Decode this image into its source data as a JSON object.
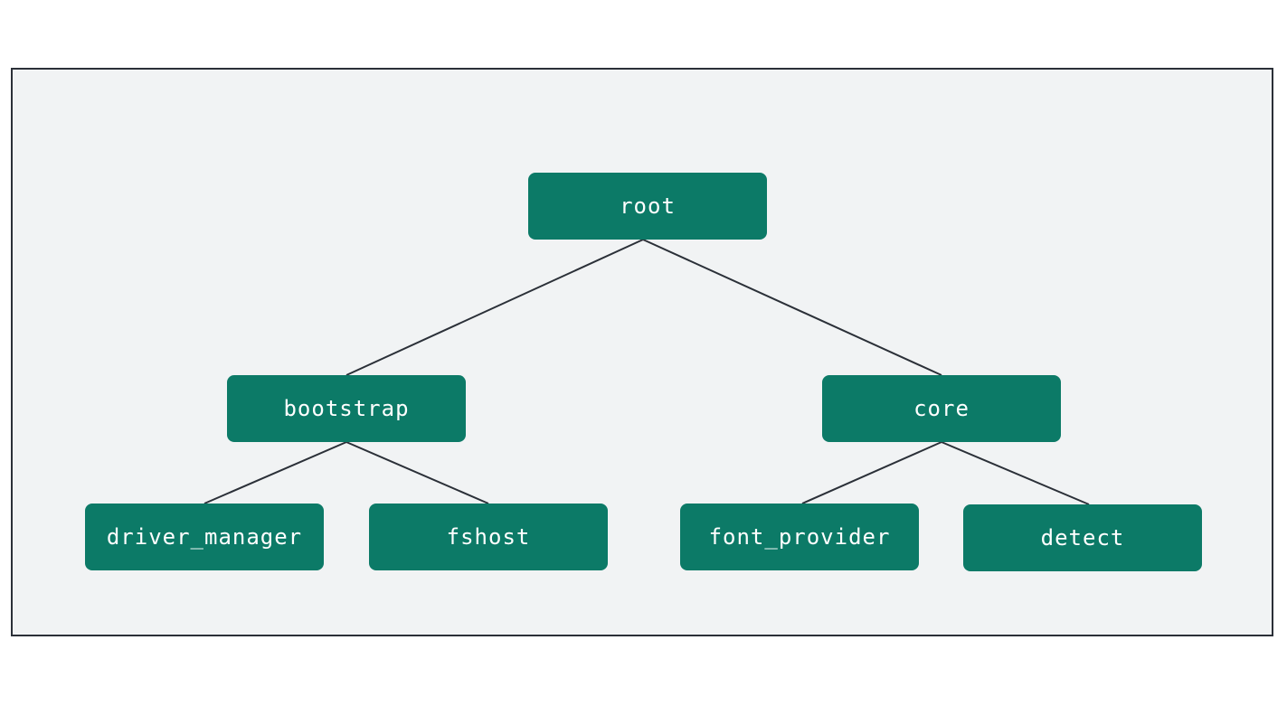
{
  "colors": {
    "background": "#ffffff",
    "frame_fill": "#f1f3f4",
    "frame_border": "#2b3038",
    "node_fill": "#0c7a67",
    "node_text": "#ffffff",
    "edge": "#2b3038"
  },
  "tree": {
    "nodes": [
      {
        "id": "root",
        "label": "root"
      },
      {
        "id": "bootstrap",
        "label": "bootstrap"
      },
      {
        "id": "core",
        "label": "core"
      },
      {
        "id": "driver_manager",
        "label": "driver_manager"
      },
      {
        "id": "fshost",
        "label": "fshost"
      },
      {
        "id": "font_provider",
        "label": "font_provider"
      },
      {
        "id": "detect",
        "label": "detect"
      }
    ],
    "edges": [
      {
        "from": "root",
        "to": "bootstrap"
      },
      {
        "from": "root",
        "to": "core"
      },
      {
        "from": "bootstrap",
        "to": "driver_manager"
      },
      {
        "from": "bootstrap",
        "to": "fshost"
      },
      {
        "from": "core",
        "to": "font_provider"
      },
      {
        "from": "core",
        "to": "detect"
      }
    ]
  }
}
